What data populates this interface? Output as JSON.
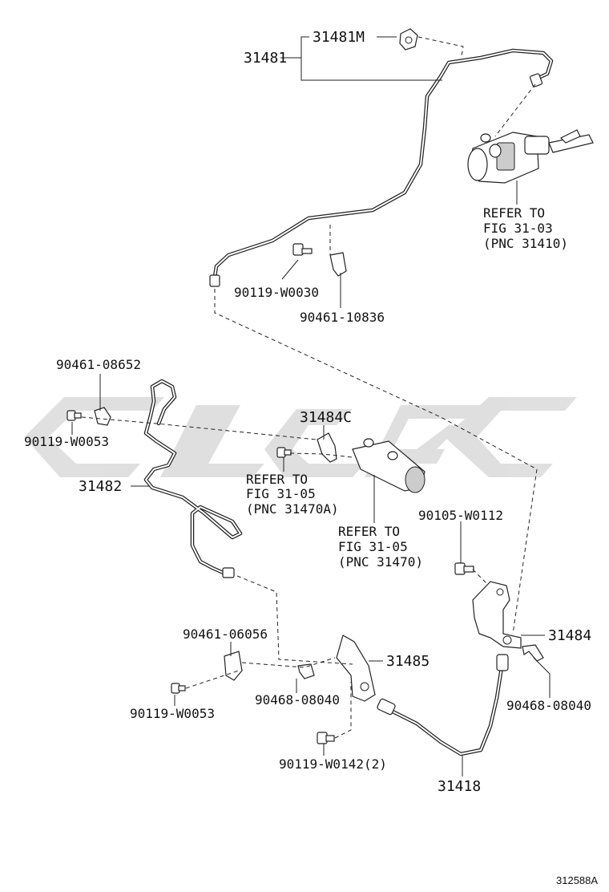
{
  "parts": {
    "p31481M": "31481M",
    "p31481": "31481",
    "p90119_W0030": "90119-W0030",
    "p90461_10836": "90461-10836",
    "p90461_08652": "90461-08652",
    "p90119_W0053_a": "90119-W0053",
    "p31484C": "31484C",
    "p31482": "31482",
    "p90105_W0112": "90105-W0112",
    "p90461_06056": "90461-06056",
    "p31485": "31485",
    "p31484": "31484",
    "p90468_08040_a": "90468-08040",
    "p90119_W0053_b": "90119-W0053",
    "p90468_08040_b": "90468-08040",
    "p90119_W0142": "90119-W0142(2)",
    "p31418": "31418"
  },
  "refs": {
    "ref1": [
      "REFER TO",
      "FIG 31-03",
      "(PNC 31410)"
    ],
    "ref2": [
      "REFER TO",
      "FIG 31-05",
      "(PNC 31470A)"
    ],
    "ref3": [
      "REFER TO",
      "FIG 31-05",
      "(PNC 31470)"
    ]
  },
  "illustration_id": "312588A",
  "colors": {
    "ink": "#111111",
    "watermark": "#d9d9d9"
  }
}
